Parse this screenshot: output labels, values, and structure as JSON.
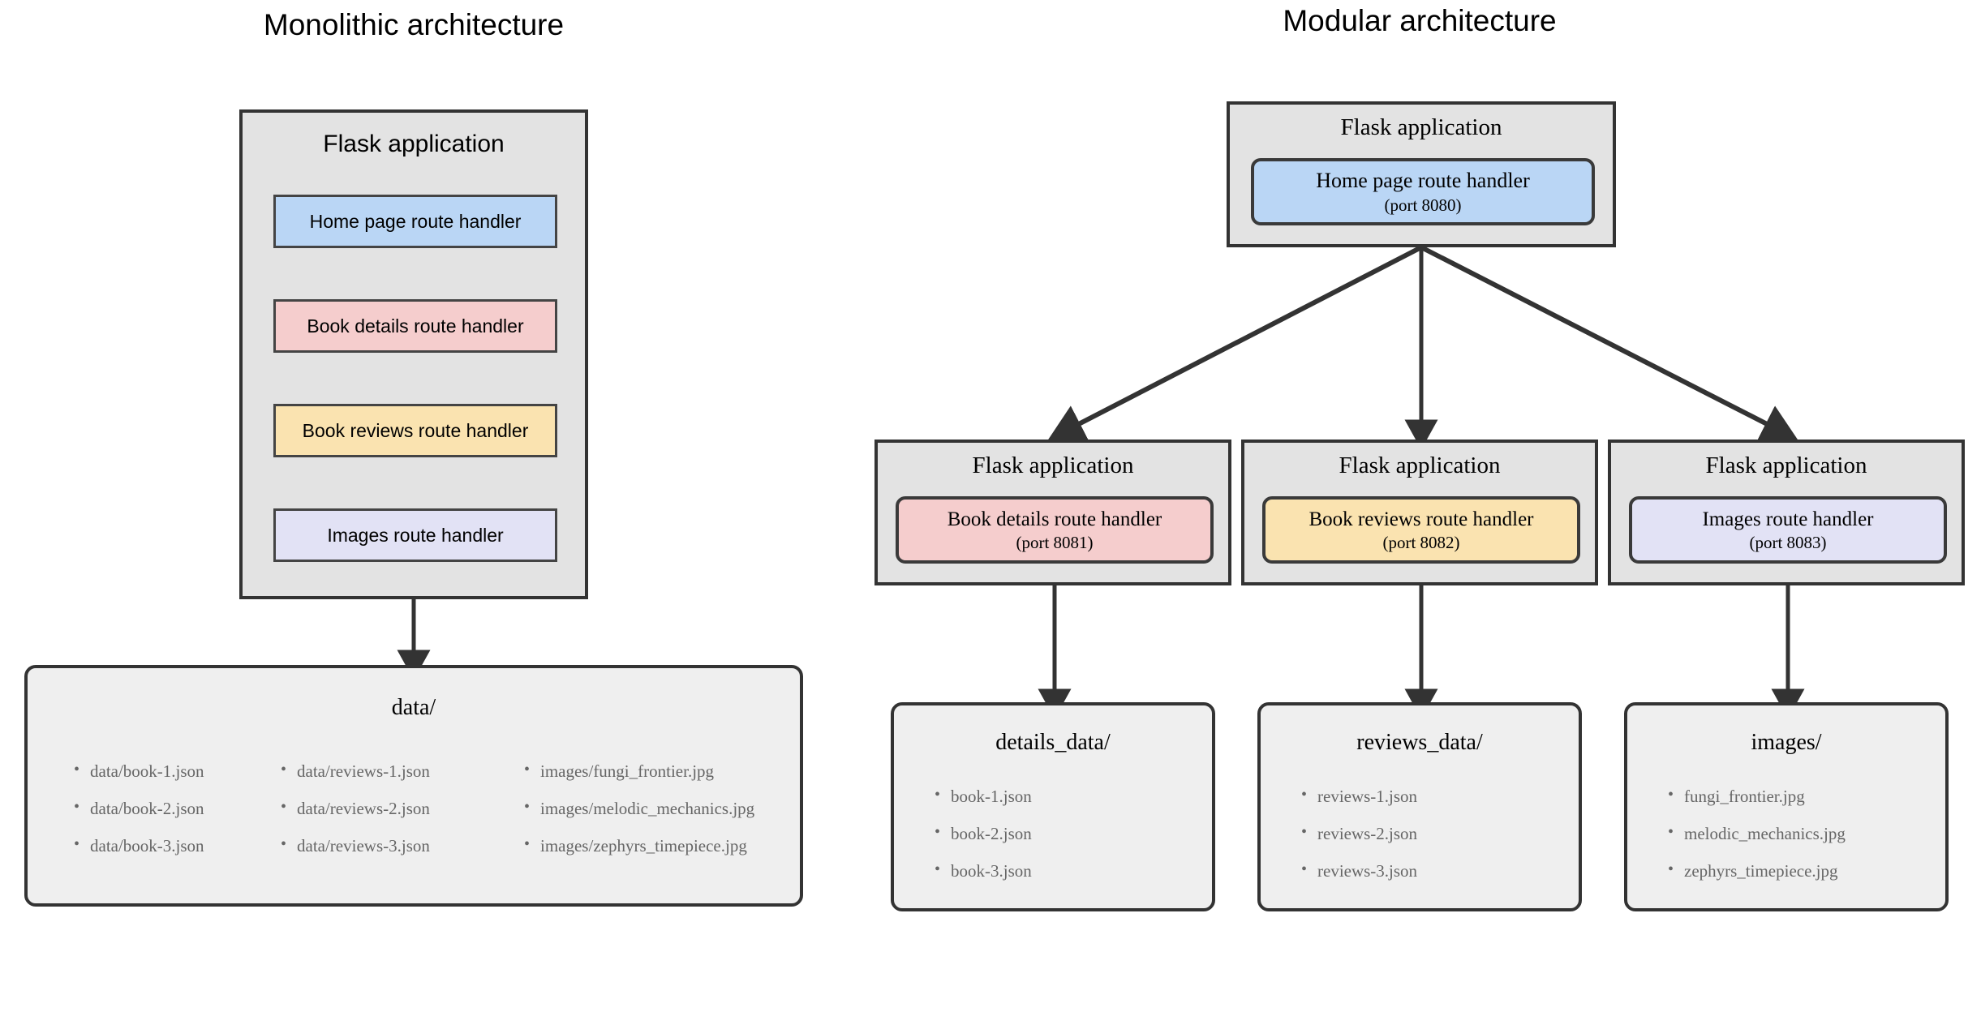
{
  "panels": {
    "monolithic": {
      "title": "Monolithic architecture",
      "app_label": "Flask application",
      "handlers": [
        {
          "label": "Home page route handler",
          "color": "#bad6f5"
        },
        {
          "label": "Book details route handler",
          "color": "#f5cdcd"
        },
        {
          "label": "Book reviews route handler",
          "color": "#fae3b0"
        },
        {
          "label": "Images route handler",
          "color": "#e2e2f5"
        }
      ],
      "storage": {
        "title": "data/",
        "columns": [
          [
            "data/book-1.json",
            "data/book-2.json",
            "data/book-3.json"
          ],
          [
            "data/reviews-1.json",
            "data/reviews-2.json",
            "data/reviews-3.json"
          ],
          [
            "images/fungi_frontier.jpg",
            "images/melodic_mechanics.jpg",
            "images/zephyrs_timepiece.jpg"
          ]
        ]
      }
    },
    "modular": {
      "title": "Modular architecture",
      "root": {
        "app_label": "Flask application",
        "handler": {
          "label": "Home page route handler",
          "port": "(port 8080)",
          "color": "#bad6f5"
        }
      },
      "services": [
        {
          "app_label": "Flask application",
          "handler": {
            "label": "Book details route handler",
            "port": "(port 8081)",
            "color": "#f5cdcd"
          },
          "storage": {
            "title": "details_data/",
            "files": [
              "book-1.json",
              "book-2.json",
              "book-3.json"
            ]
          }
        },
        {
          "app_label": "Flask application",
          "handler": {
            "label": "Book reviews route handler",
            "port": "(port 8082)",
            "color": "#fae3b0"
          },
          "storage": {
            "title": "reviews_data/",
            "files": [
              "reviews-1.json",
              "reviews-2.json",
              "reviews-3.json"
            ]
          }
        },
        {
          "app_label": "Flask application",
          "handler": {
            "label": "Images route handler",
            "port": "(port 8083)",
            "color": "#e2e2f5"
          },
          "storage": {
            "title": "images/",
            "files": [
              "fungi_frontier.jpg",
              "melodic_mechanics.jpg",
              "zephyrs_timepiece.jpg"
            ]
          }
        }
      ]
    }
  },
  "colors": {
    "container_fill": "#e3e3e3",
    "storage_fill": "#efefef",
    "border": "#333333",
    "arrow": "#333333",
    "file_text": "#666666",
    "blue": "#bad6f5",
    "pink": "#f5cdcd",
    "yellow": "#fae3b0",
    "lavender": "#e2e2f5"
  }
}
